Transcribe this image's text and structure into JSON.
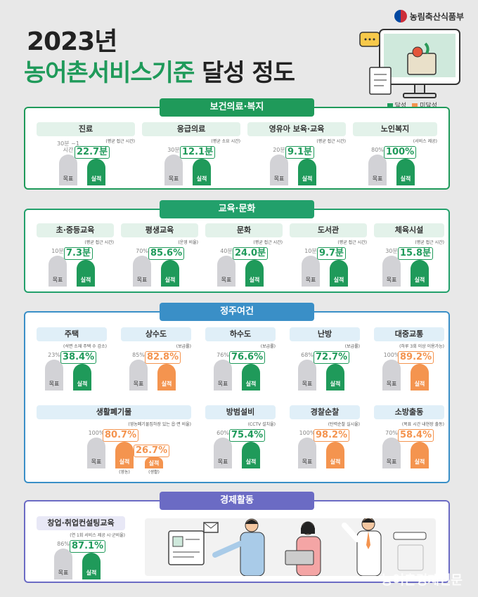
{
  "header": {
    "ministry": "농림축산식품부",
    "title_year": "2023년",
    "title_green": "농어촌서비스기준",
    "title_dark": "달성 정도"
  },
  "legend": {
    "achieved": "달성",
    "not_achieved": "미달성"
  },
  "colors": {
    "achieved": "#1f9a5a",
    "not_achieved": "#f4944f",
    "goal": "#d2d2d6",
    "health_section": "#1f9a5a",
    "edu_section": "#22a06b",
    "housing_section": "#3a8fc7",
    "economy_section": "#6b6bc4"
  },
  "sections": {
    "health": {
      "title": "보건의료·복지"
    },
    "edu": {
      "title": "교육·문화"
    },
    "housing": {
      "title": "정주여건"
    },
    "economy": {
      "title": "경제활동"
    }
  },
  "labels": {
    "goal": "목표",
    "actual": "실적"
  },
  "chart_data": [
    {
      "type": "bar",
      "section": "보건의료·복지",
      "title": "진료",
      "subtitle": "(평균 접근 시간)",
      "goal": "30분 ~1시간",
      "actual": "22.7분",
      "achieved": true
    },
    {
      "type": "bar",
      "section": "보건의료·복지",
      "title": "응급의료",
      "subtitle": "(평균 소요 시간)",
      "goal": "30분",
      "actual": "12.1분",
      "achieved": true
    },
    {
      "type": "bar",
      "section": "보건의료·복지",
      "title": "영유아 보육·교육",
      "subtitle": "(평균 접근 시간)",
      "goal": "20분",
      "actual": "9.1분",
      "achieved": true
    },
    {
      "type": "bar",
      "section": "보건의료·복지",
      "title": "노인복지",
      "subtitle": "(서비스 제공)",
      "goal": "80%",
      "actual": "100%",
      "achieved": true
    },
    {
      "type": "bar",
      "section": "교육·문화",
      "title": "초·중등교육",
      "subtitle": "(평균 접근 시간)",
      "goal": "10분",
      "actual": "7.3분",
      "achieved": true
    },
    {
      "type": "bar",
      "section": "교육·문화",
      "title": "평생교육",
      "subtitle": "(운영 비율)",
      "goal": "70%",
      "actual": "85.6%",
      "achieved": true
    },
    {
      "type": "bar",
      "section": "교육·문화",
      "title": "문화",
      "subtitle": "(평균 접근 시간)",
      "goal": "40분",
      "actual": "24.0분",
      "achieved": true
    },
    {
      "type": "bar",
      "section": "교육·문화",
      "title": "도서관",
      "subtitle": "(평균 접근 시간)",
      "goal": "10분",
      "actual": "9.7분",
      "achieved": true
    },
    {
      "type": "bar",
      "section": "교육·문화",
      "title": "체육시설",
      "subtitle": "(평균 접근 시간)",
      "goal": "30분",
      "actual": "15.8분",
      "achieved": true
    },
    {
      "type": "bar",
      "section": "정주여건",
      "title": "주택",
      "subtitle": "(석면 소재 주택 수 감소)",
      "goal": "23%",
      "actual": "38.4%",
      "achieved": true
    },
    {
      "type": "bar",
      "section": "정주여건",
      "title": "상수도",
      "subtitle": "(보급률)",
      "goal": "85%",
      "actual": "82.8%",
      "achieved": false
    },
    {
      "type": "bar",
      "section": "정주여건",
      "title": "하수도",
      "subtitle": "(보급률)",
      "goal": "76%",
      "actual": "76.6%",
      "achieved": true
    },
    {
      "type": "bar",
      "section": "정주여건",
      "title": "난방",
      "subtitle": "(보급률)",
      "goal": "68%",
      "actual": "72.7%",
      "achieved": true
    },
    {
      "type": "bar",
      "section": "정주여건",
      "title": "대중교통",
      "subtitle": "(하루 3회 이상 이용가능)",
      "goal": "100%",
      "actual": "89.2%",
      "achieved": false
    },
    {
      "type": "bar",
      "section": "정주여건",
      "title": "생활폐기물",
      "subtitle": "(영농폐기물집하장 있는 읍·면 비율)",
      "goal": "100%",
      "actual": "80.7%",
      "actual_note": "(영농)",
      "actual2": "26.7%",
      "actual2_note": "(생활)",
      "achieved": false
    },
    {
      "type": "bar",
      "section": "정주여건",
      "title": "방범설비",
      "subtitle": "(CCTV 설치율)",
      "goal": "60%",
      "actual": "75.4%",
      "achieved": true
    },
    {
      "type": "bar",
      "section": "정주여건",
      "title": "경찰순찰",
      "subtitle": "(탄력순찰 실시율)",
      "goal": "100%",
      "actual": "98.2%",
      "achieved": false
    },
    {
      "type": "bar",
      "section": "정주여건",
      "title": "소방출동",
      "subtitle": "(목표 시간 내현장 출동)",
      "goal": "70%",
      "actual": "58.4%",
      "achieved": false
    },
    {
      "type": "bar",
      "section": "경제활동",
      "title": "창업·취업컨설팅교육",
      "subtitle": "(연 1회 서비스 제공 시·군비율)",
      "goal": "86%",
      "actual": "87.1%",
      "achieved": true
    }
  ],
  "watermark": "농어촌경제신문"
}
